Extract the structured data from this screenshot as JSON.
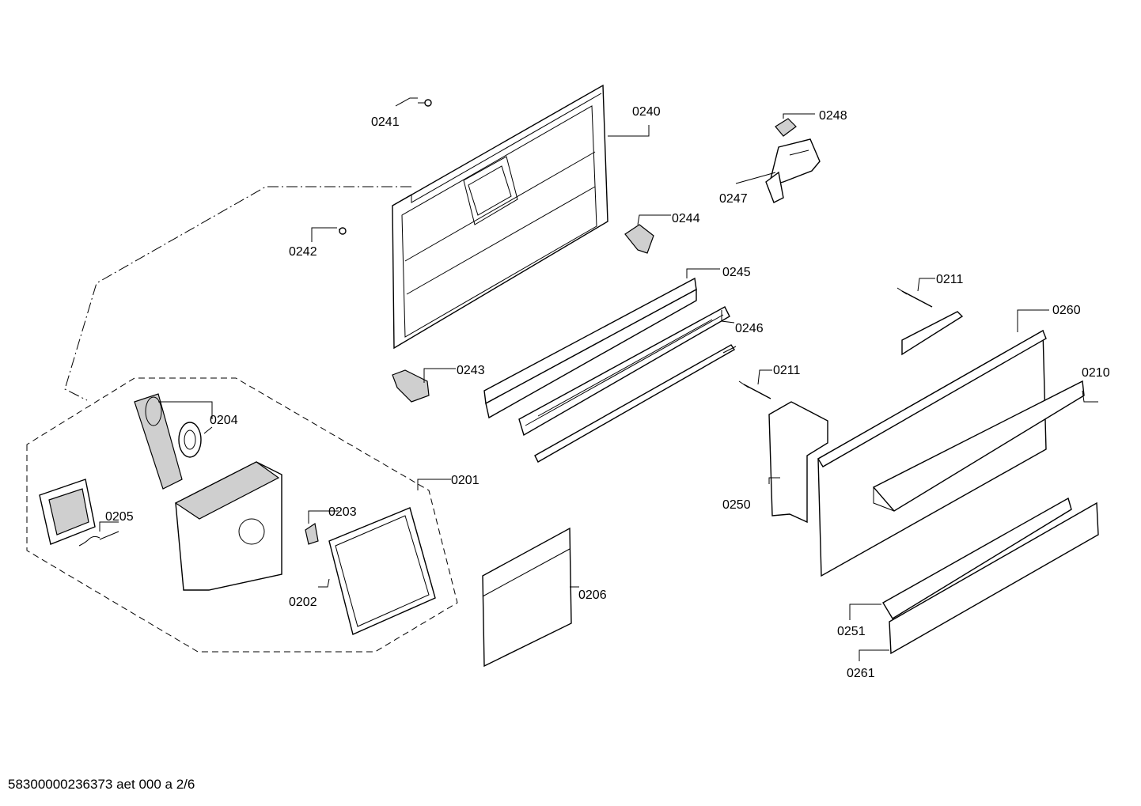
{
  "callouts": [
    {
      "id": "0241",
      "text": "0241"
    },
    {
      "id": "0240",
      "text": "0240"
    },
    {
      "id": "0248",
      "text": "0248"
    },
    {
      "id": "0247",
      "text": "0247"
    },
    {
      "id": "0244",
      "text": "0244"
    },
    {
      "id": "0242",
      "text": "0242"
    },
    {
      "id": "0245",
      "text": "0245"
    },
    {
      "id": "0211a",
      "text": "0211"
    },
    {
      "id": "0260",
      "text": "0260"
    },
    {
      "id": "0246",
      "text": "0246"
    },
    {
      "id": "0243",
      "text": "0243"
    },
    {
      "id": "0211b",
      "text": "0211"
    },
    {
      "id": "0210",
      "text": "0210"
    },
    {
      "id": "0204",
      "text": "0204"
    },
    {
      "id": "0201",
      "text": "0201"
    },
    {
      "id": "0205",
      "text": "0205"
    },
    {
      "id": "0203",
      "text": "0203"
    },
    {
      "id": "0250",
      "text": "0250"
    },
    {
      "id": "0206",
      "text": "0206"
    },
    {
      "id": "0202",
      "text": "0202"
    },
    {
      "id": "0251",
      "text": "0251"
    },
    {
      "id": "0261",
      "text": "0261"
    }
  ],
  "footer": {
    "text": "58300000236373 aet 000 a 2/6"
  }
}
